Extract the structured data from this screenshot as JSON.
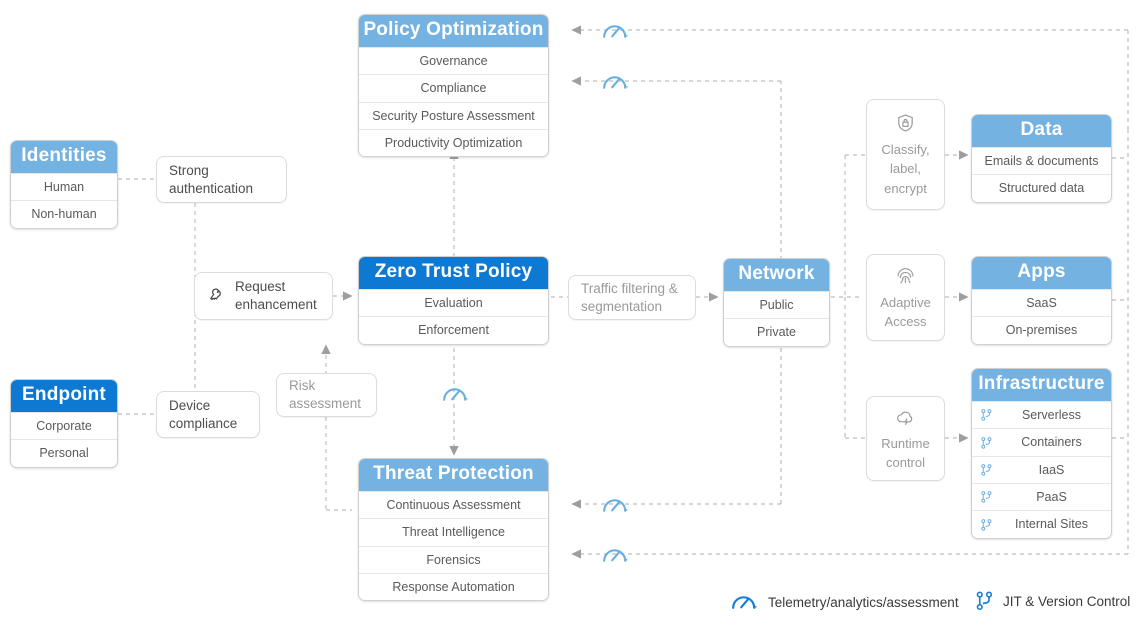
{
  "palette": {
    "light_blue": "#74b2e2",
    "dark_blue": "#0e79d2",
    "wire_gray": "#b8b8b8",
    "text_gray": "#5a5a5a",
    "muted_gray": "#9a9a9a",
    "legend_blue": "#1b7fd4"
  },
  "cards": {
    "policy_optimization": {
      "title": "Policy Optimization",
      "rows": [
        "Governance",
        "Compliance",
        "Security Posture Assessment",
        "Productivity Optimization"
      ]
    },
    "identities": {
      "title": "Identities",
      "rows": [
        "Human",
        "Non-human"
      ]
    },
    "endpoint": {
      "title": "Endpoint",
      "rows": [
        "Corporate",
        "Personal"
      ]
    },
    "zero_trust_policy": {
      "title": "Zero Trust Policy",
      "rows": [
        "Evaluation",
        "Enforcement"
      ]
    },
    "threat_protection": {
      "title": "Threat Protection",
      "rows": [
        "Continuous Assessment",
        "Threat Intelligence",
        "Forensics",
        "Response Automation"
      ]
    },
    "network": {
      "title": "Network",
      "rows": [
        "Public",
        "Private"
      ]
    },
    "data": {
      "title": "Data",
      "rows": [
        "Emails & documents",
        "Structured data"
      ]
    },
    "apps": {
      "title": "Apps",
      "rows": [
        "SaaS",
        "On-premises"
      ]
    },
    "infrastructure": {
      "title": "Infrastructure",
      "rows": [
        "Serverless",
        "Containers",
        "IaaS",
        "PaaS",
        "Internal Sites"
      ],
      "row_icon": "jit-branch-icon"
    }
  },
  "nodes": {
    "strong_authentication": {
      "label": "Strong\nauthentication",
      "line1": "Strong",
      "line2": "authentication"
    },
    "device_compliance": {
      "label": "Device\ncompliance",
      "line1": "Device",
      "line2": "compliance"
    },
    "request_enhancement": {
      "label": "Request\nenhancement",
      "line1": "Request",
      "line2": "enhancement",
      "icon": "key-icon"
    },
    "risk_assessment": {
      "label": "Risk\nassessment",
      "line1": "Risk",
      "line2": "assessment"
    },
    "traffic_filtering": {
      "label": "Traffic filtering &\nsegmentation",
      "line1": "Traffic filtering &",
      "line2": "segmentation"
    },
    "classify_label_encrypt": {
      "line1": "Classify,",
      "line2": "label,",
      "line3": "encrypt",
      "icon": "shield-lock-icon"
    },
    "adaptive_access": {
      "line1": "Adaptive",
      "line2": "Access",
      "icon": "fingerprint-icon"
    },
    "runtime_control": {
      "line1": "Runtime",
      "line2": "control",
      "icon": "cloud-icon"
    }
  },
  "legend": {
    "telemetry": {
      "label": "Telemetry/analytics/assessment",
      "icon": "speedometer-icon"
    },
    "jit": {
      "label": "JIT & Version Control",
      "icon": "jit-branch-icon"
    }
  }
}
